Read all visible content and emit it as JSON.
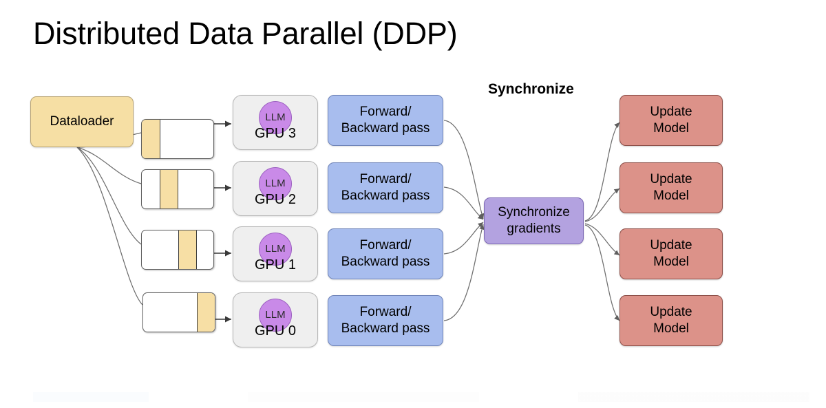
{
  "title": "Distributed Data Parallel (DDP)",
  "dataloader": {
    "label": "Dataloader"
  },
  "sync_heading": "Synchronize",
  "sync_box": {
    "line1": "Synchronize",
    "line2": "gradients"
  },
  "colors": {
    "dataloader_fill": "#f6dfa4",
    "shard_band_fill": "#f7dfa5",
    "gpu_fill": "#efefef",
    "llm_fill": "#c98ae8",
    "forward_backward_fill": "#a8bdee",
    "sync_fill": "#b3a2e0",
    "update_fill": "#dc9289",
    "edge_stroke": "#6e6e6e",
    "background": "#ffffff",
    "text": "#000000"
  },
  "shards": [
    {
      "name": "shard-gpu3",
      "band_start_pct": 0,
      "band_width_pct": 26
    },
    {
      "name": "shard-gpu2",
      "band_start_pct": 25,
      "band_width_pct": 26
    },
    {
      "name": "shard-gpu1",
      "band_start_pct": 51,
      "band_width_pct": 26
    },
    {
      "name": "shard-gpu0",
      "band_start_pct": 75,
      "band_width_pct": 25
    }
  ],
  "rows": [
    {
      "gpu_label": "GPU 3",
      "llm_label": "LLM",
      "pass_line1": "Forward/",
      "pass_line2": "Backward pass",
      "update_line1": "Update",
      "update_line2": "Model"
    },
    {
      "gpu_label": "GPU 2",
      "llm_label": "LLM",
      "pass_line1": "Forward/",
      "pass_line2": "Backward pass",
      "update_line1": "Update",
      "update_line2": "Model"
    },
    {
      "gpu_label": "GPU 1",
      "llm_label": "LLM",
      "pass_line1": "Forward/",
      "pass_line2": "Backward pass",
      "update_line1": "Update",
      "update_line2": "Model"
    },
    {
      "gpu_label": "GPU 0",
      "llm_label": "LLM",
      "pass_line1": "Forward/",
      "pass_line2": "Backward pass",
      "update_line1": "Update",
      "update_line2": "Model"
    }
  ]
}
